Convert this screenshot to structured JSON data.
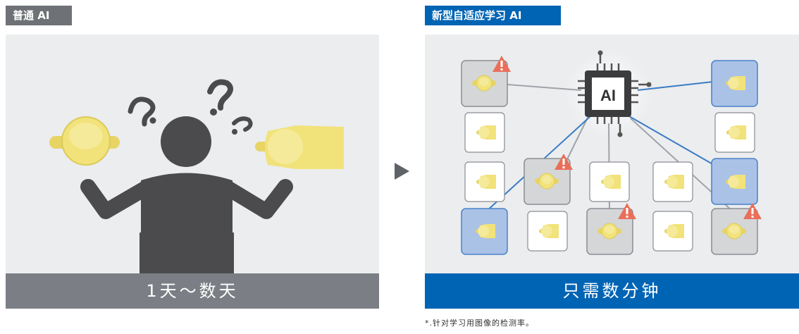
{
  "left": {
    "tag": "普通 AI",
    "banner": "1天～数天"
  },
  "right": {
    "tag": "新型自适应学习 AI",
    "banner": "只需数分钟",
    "chip_label": "AI",
    "footnote": "*.针对学习用图像的检测率。"
  },
  "colors": {
    "left_tag": "#6e7175",
    "left_banner": "#7b7f85",
    "right_tag": "#0064b4",
    "right_banner": "#0064b4",
    "panel_bg": "#ebedef",
    "person": "#4b4b4d",
    "part_yellow": "#f1e27a",
    "card_gray": "#d5d6d8",
    "card_blue": "#a9c2e6",
    "warn": "#e96f5a"
  },
  "icons": [
    "question-mark-icon",
    "warning-icon",
    "cpu-chip-icon",
    "person-icon",
    "arrow-right-icon"
  ]
}
